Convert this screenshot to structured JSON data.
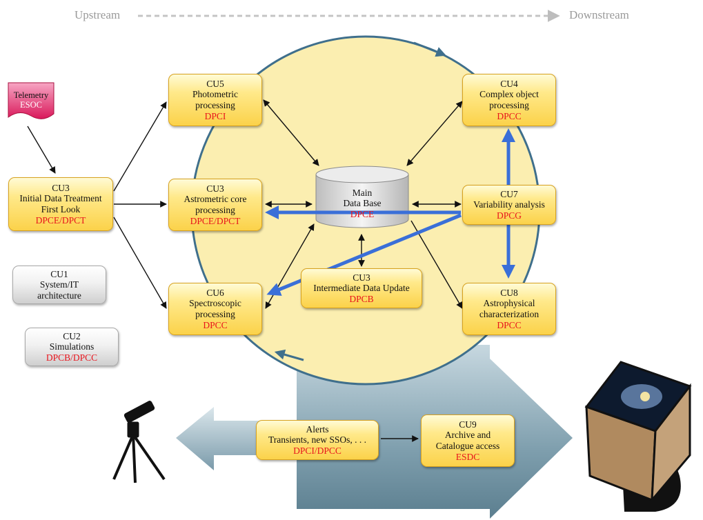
{
  "flow": {
    "upstream": "Upstream",
    "downstream": "Downstream"
  },
  "telemetry": {
    "label": "Telemetry",
    "sub": "ESOC"
  },
  "units": {
    "cu3_idt": {
      "l1": "CU3",
      "l2": "Initial Data Treatment",
      "l3": "First Look",
      "dp": "DPCE/DPCT"
    },
    "cu1": {
      "l1": "CU1",
      "l2": "System/IT",
      "l3": "architecture"
    },
    "cu2": {
      "l1": "CU2",
      "l2": "Simulations",
      "dp": "DPCB/DPCC"
    },
    "cu5": {
      "l1": "CU5",
      "l2": "Photometric",
      "l3": "processing",
      "dp": "DPCI"
    },
    "cu3_core": {
      "l1": "CU3",
      "l2": "Astrometric core",
      "l3": "processing",
      "dp": "DPCE/DPCT"
    },
    "cu6": {
      "l1": "CU6",
      "l2": "Spectroscopic",
      "l3": "processing",
      "dp": "DPCC"
    },
    "db": {
      "l1": "Main",
      "l2": "Data Base",
      "dp": "DPCE"
    },
    "cu3_idu": {
      "l1": "CU3",
      "l2": "Intermediate Data Update",
      "dp": "DPCB"
    },
    "cu4": {
      "l1": "CU4",
      "l2": "Complex object",
      "l3": "processing",
      "dp": "DPCC"
    },
    "cu7": {
      "l1": "CU7",
      "l2": "Variability analysis",
      "dp": "DPCG"
    },
    "cu8": {
      "l1": "CU8",
      "l2": "Astrophysical",
      "l3": "characterization",
      "dp": "DPCC"
    },
    "alerts": {
      "l1": "Alerts",
      "l2": "Transients, new SSOs, . . .",
      "dp": "DPCI/DPCC"
    },
    "cu9": {
      "l1": "CU9",
      "l2": "Archive and",
      "l3": "Catalogue access",
      "dp": "ESDC"
    }
  },
  "colors": {
    "box_fill": "#fbd24a",
    "circle_fill": "#fbeeb0",
    "cycle_arrow": "#3f6f8c",
    "highlight_arrow": "#3a6fd8",
    "dp_text": "#e8141c",
    "telemetry": "#d9185a"
  }
}
